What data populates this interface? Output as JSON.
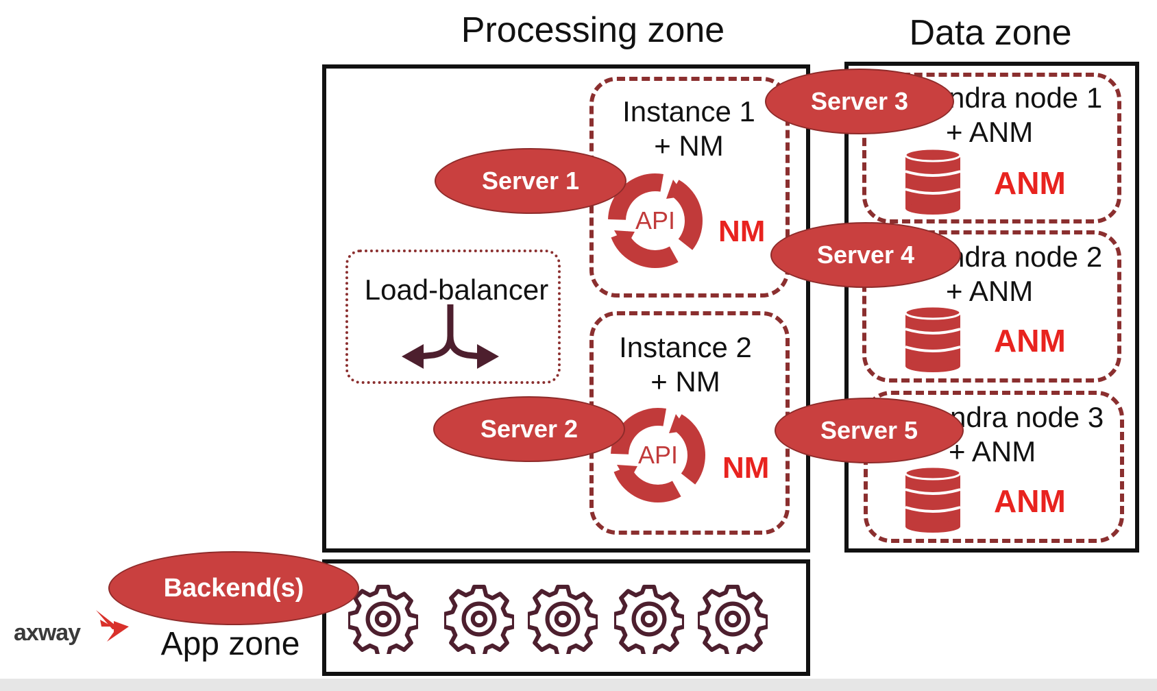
{
  "zones": {
    "processing_title": "Processing zone",
    "data_title": "Data zone",
    "app_title": "App zone"
  },
  "instances": [
    {
      "label_line1": "Instance 1",
      "label_line2": "+ NM",
      "api_text": "API",
      "nm_text": "NM"
    },
    {
      "label_line1": "Instance 2",
      "label_line2": "+ NM",
      "api_text": "API",
      "nm_text": "NM"
    }
  ],
  "load_balancer": {
    "label": "Load-balancer"
  },
  "cassandra_nodes": [
    {
      "label_line1": "ndra node 1",
      "label_line2": "+ ANM",
      "anm_text": "ANM"
    },
    {
      "label_line1": "ndra node 2",
      "label_line2": "+ ANM",
      "anm_text": "ANM"
    },
    {
      "label_line1": "ndra node 3",
      "label_line2": "+ ANM",
      "anm_text": "ANM"
    }
  ],
  "servers": [
    "Server 1",
    "Server 2",
    "Server 3",
    "Server 4",
    "Server 5"
  ],
  "backend": {
    "label": "Backend(s)"
  },
  "logo": {
    "text": "axway"
  },
  "colors": {
    "server_fill": "#c9403f",
    "dashed_border": "#8b2f2f",
    "accent_red": "#e8231f",
    "gear": "#4d1f2e"
  },
  "icons": {
    "api_cycle": "api-cycle-icon",
    "database": "database-icon",
    "gear": "gear-icon",
    "split_arrow": "split-arrow-icon"
  }
}
